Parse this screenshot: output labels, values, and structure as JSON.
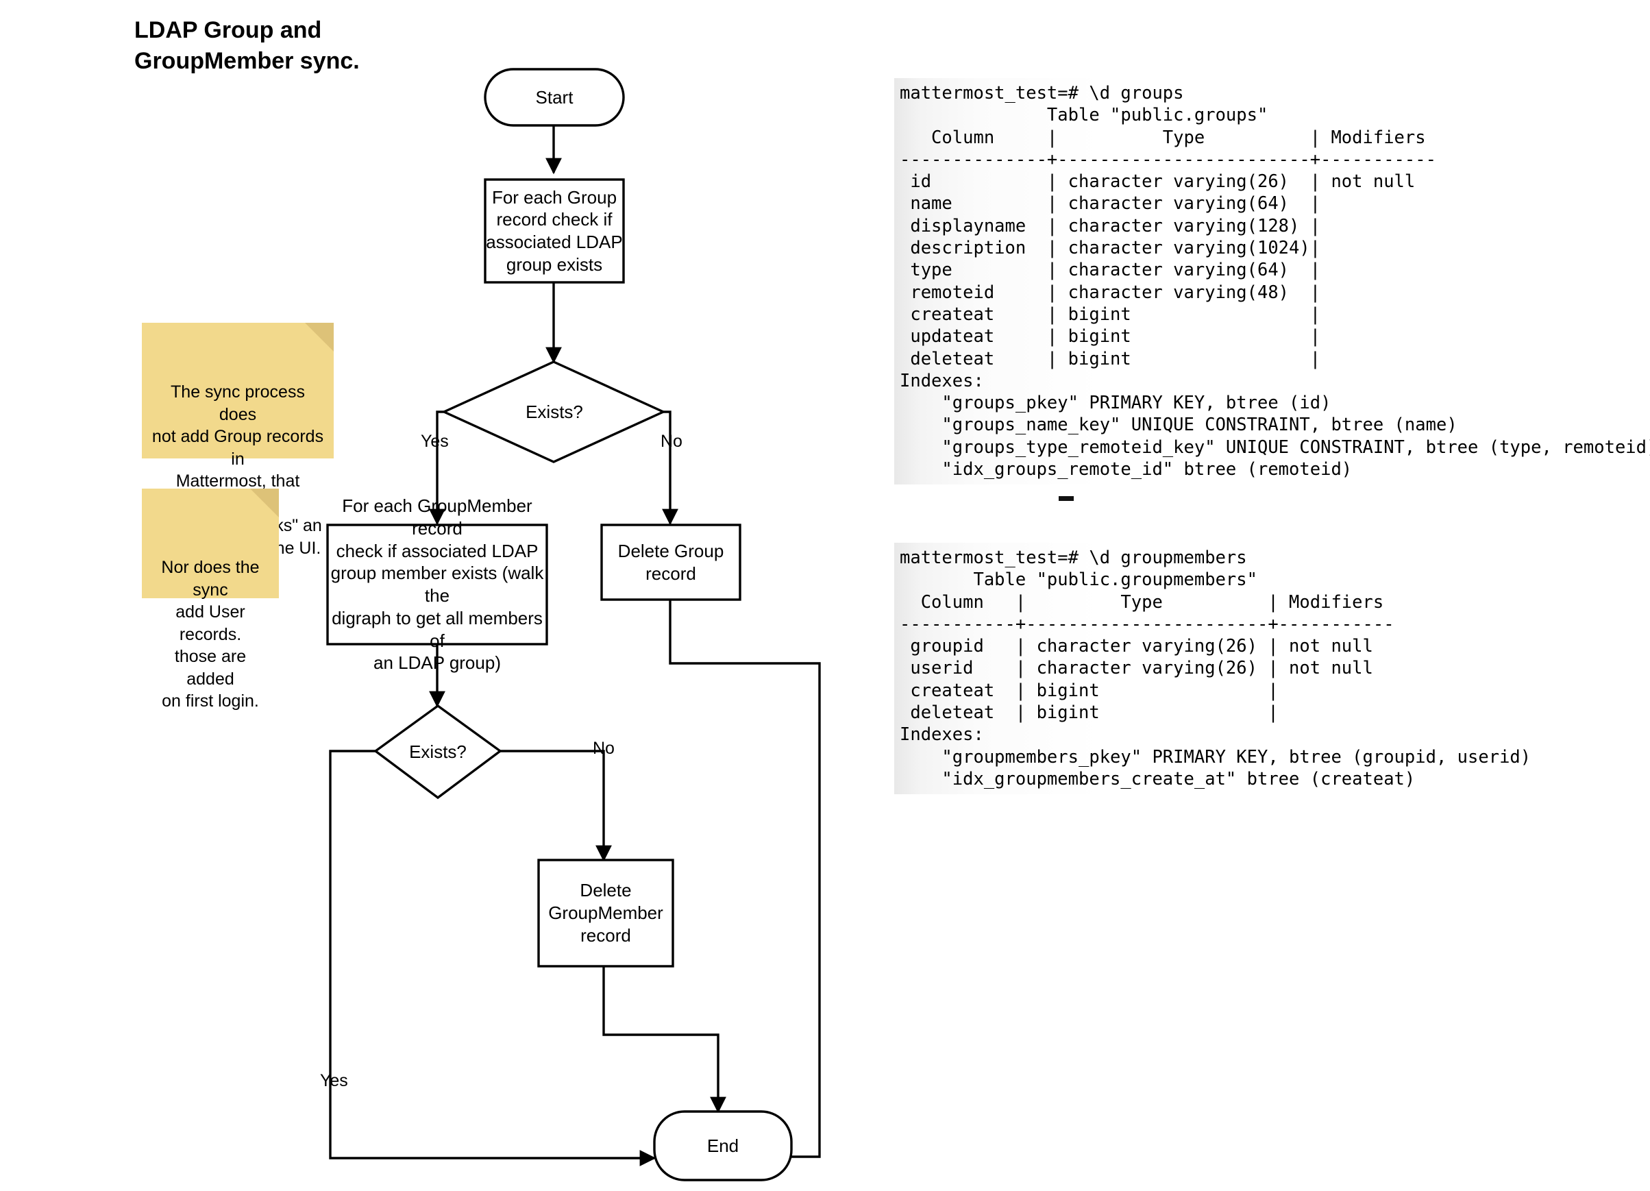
{
  "title": "LDAP Group and\nGroupMember sync.",
  "flowchart": {
    "nodes": {
      "start": "Start",
      "check_group": "For each Group\nrecord check if\nassociated LDAP\ngroup exists",
      "exists_group": "Exists?",
      "check_member": "For each GroupMember record\ncheck if associated LDAP\ngroup member exists (walk the\ndigraph to get all members of\nan LDAP group)",
      "delete_group": "Delete Group\nrecord",
      "exists_member": "Exists?",
      "delete_member": "Delete\nGroupMember\nrecord",
      "end": "End"
    },
    "edge_labels": {
      "group_yes": "Yes",
      "group_no": "No",
      "member_no": "No",
      "member_yes": "Yes"
    }
  },
  "notes": [
    {
      "id": "note-sync-group",
      "text": "The sync process does\nnot add Group records in\nMattermost, that happens\nwhen a user \"links\" an\nLDAP group in the UI."
    },
    {
      "id": "note-sync-user",
      "text": "Nor does the sync\nadd User records.\nthose are added\non first login."
    }
  ],
  "terminals": [
    {
      "id": "terminal-groups",
      "text": "mattermost_test=# \\d groups\n              Table \"public.groups\"\n   Column     |          Type          | Modifiers\n--------------+------------------------+-----------\n id           | character varying(26)  | not null\n name         | character varying(64)  |\n displayname  | character varying(128) |\n description  | character varying(1024)|\n type         | character varying(64)  |\n remoteid     | character varying(48)  |\n createat     | bigint                 |\n updateat     | bigint                 |\n deleteat     | bigint                 |\nIndexes:\n    \"groups_pkey\" PRIMARY KEY, btree (id)\n    \"groups_name_key\" UNIQUE CONSTRAINT, btree (name)\n    \"groups_type_remoteid_key\" UNIQUE CONSTRAINT, btree (type, remoteid)\n    \"idx_groups_remote_id\" btree (remoteid)"
    },
    {
      "id": "terminal-groupmembers",
      "text": "mattermost_test=# \\d groupmembers\n       Table \"public.groupmembers\"\n  Column   |         Type          | Modifiers\n-----------+-----------------------+-----------\n groupid   | character varying(26) | not null\n userid    | character varying(26) | not null\n createat  | bigint                |\n deleteat  | bigint                |\nIndexes:\n    \"groupmembers_pkey\" PRIMARY KEY, btree (groupid, userid)\n    \"idx_groupmembers_create_at\" btree (createat)"
    }
  ],
  "colors": {
    "sticky_fill": "#f2d98c",
    "sticky_fold": "#ddc278",
    "stroke": "#000000",
    "terminal_bg": "#f5f5f5"
  }
}
